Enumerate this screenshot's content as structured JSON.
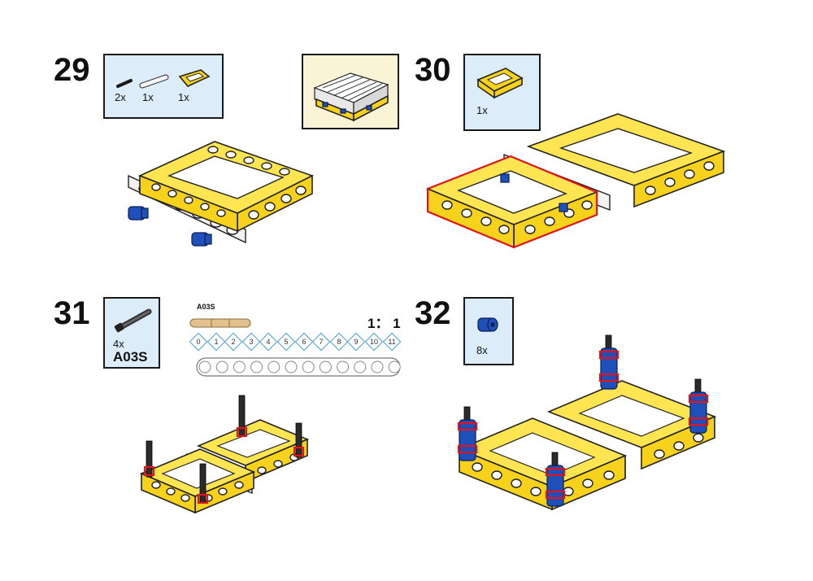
{
  "steps": [
    {
      "number": "29",
      "parts": [
        {
          "qty": "2x"
        },
        {
          "qty": "1x"
        },
        {
          "qty": "1x"
        }
      ]
    },
    {
      "number": "30",
      "parts": [
        {
          "qty": "1x"
        }
      ]
    },
    {
      "number": "31",
      "parts": [
        {
          "qty": "4x",
          "name": "A03S"
        }
      ]
    },
    {
      "number": "32",
      "parts": [
        {
          "qty": "8x"
        }
      ]
    }
  ],
  "scale": {
    "part_label": "A03S",
    "ratio": "1： 1",
    "ticks": [
      "0",
      "1",
      "2",
      "3",
      "4",
      "5",
      "6",
      "7",
      "8",
      "9",
      "10",
      "11"
    ]
  },
  "colors": {
    "parts_box_bg": "#dcecf9",
    "subassembly_bg": "#fbf3d6",
    "frame_yellow": "#f6d21d",
    "connector_blue": "#1f4fb8",
    "highlight_red": "#e0151c"
  }
}
